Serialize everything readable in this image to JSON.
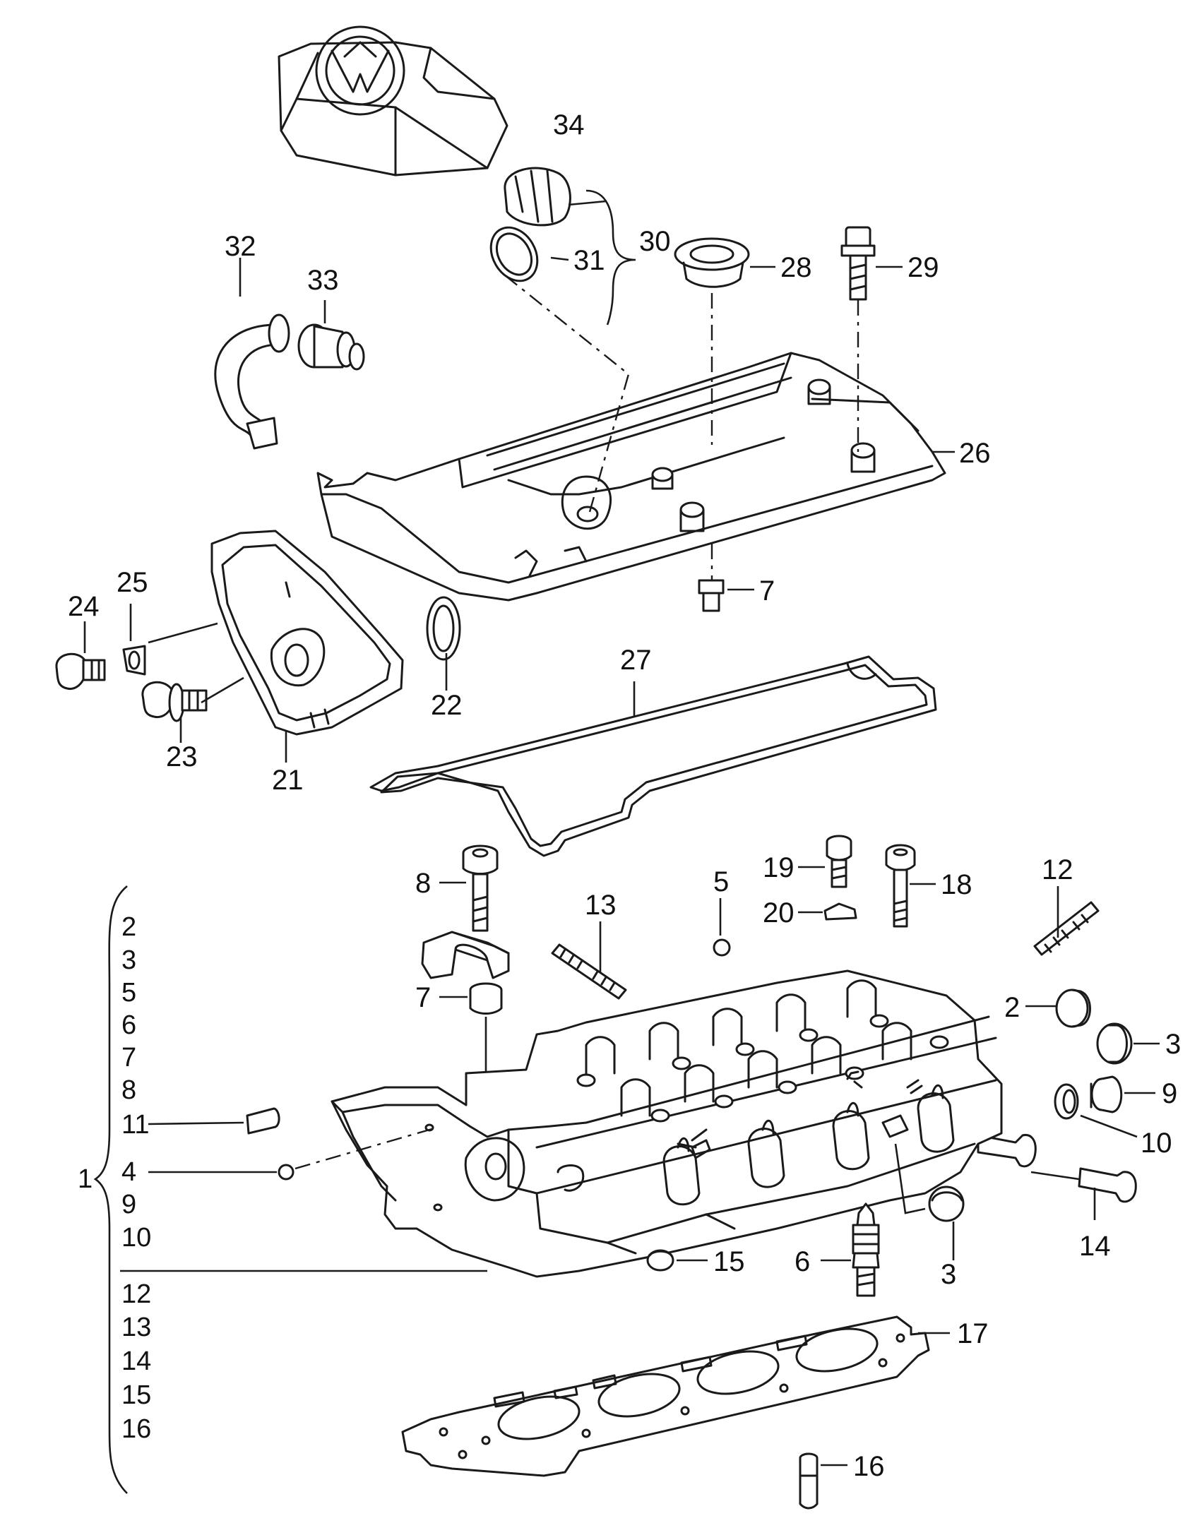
{
  "callouts": [
    "34",
    "30",
    "31",
    "28",
    "29",
    "32",
    "33",
    "26",
    "7",
    "25",
    "24",
    "22",
    "27",
    "23",
    "21",
    "8",
    "13",
    "5",
    "19",
    "20",
    "18",
    "12",
    "7",
    "2",
    "3",
    "9",
    "10",
    "14",
    "15",
    "6",
    "3",
    "17",
    "16"
  ],
  "kit": {
    "main_label": "1",
    "items_upper": [
      "2",
      "3",
      "5",
      "6",
      "7",
      "8",
      "11",
      "4",
      "9",
      "10"
    ],
    "items_lower": [
      "12",
      "13",
      "14",
      "15",
      "16"
    ]
  },
  "colors": {
    "line": "#1a1a1a",
    "background": "#ffffff"
  },
  "icons": {
    "brand_emblem": "vw-logo"
  }
}
